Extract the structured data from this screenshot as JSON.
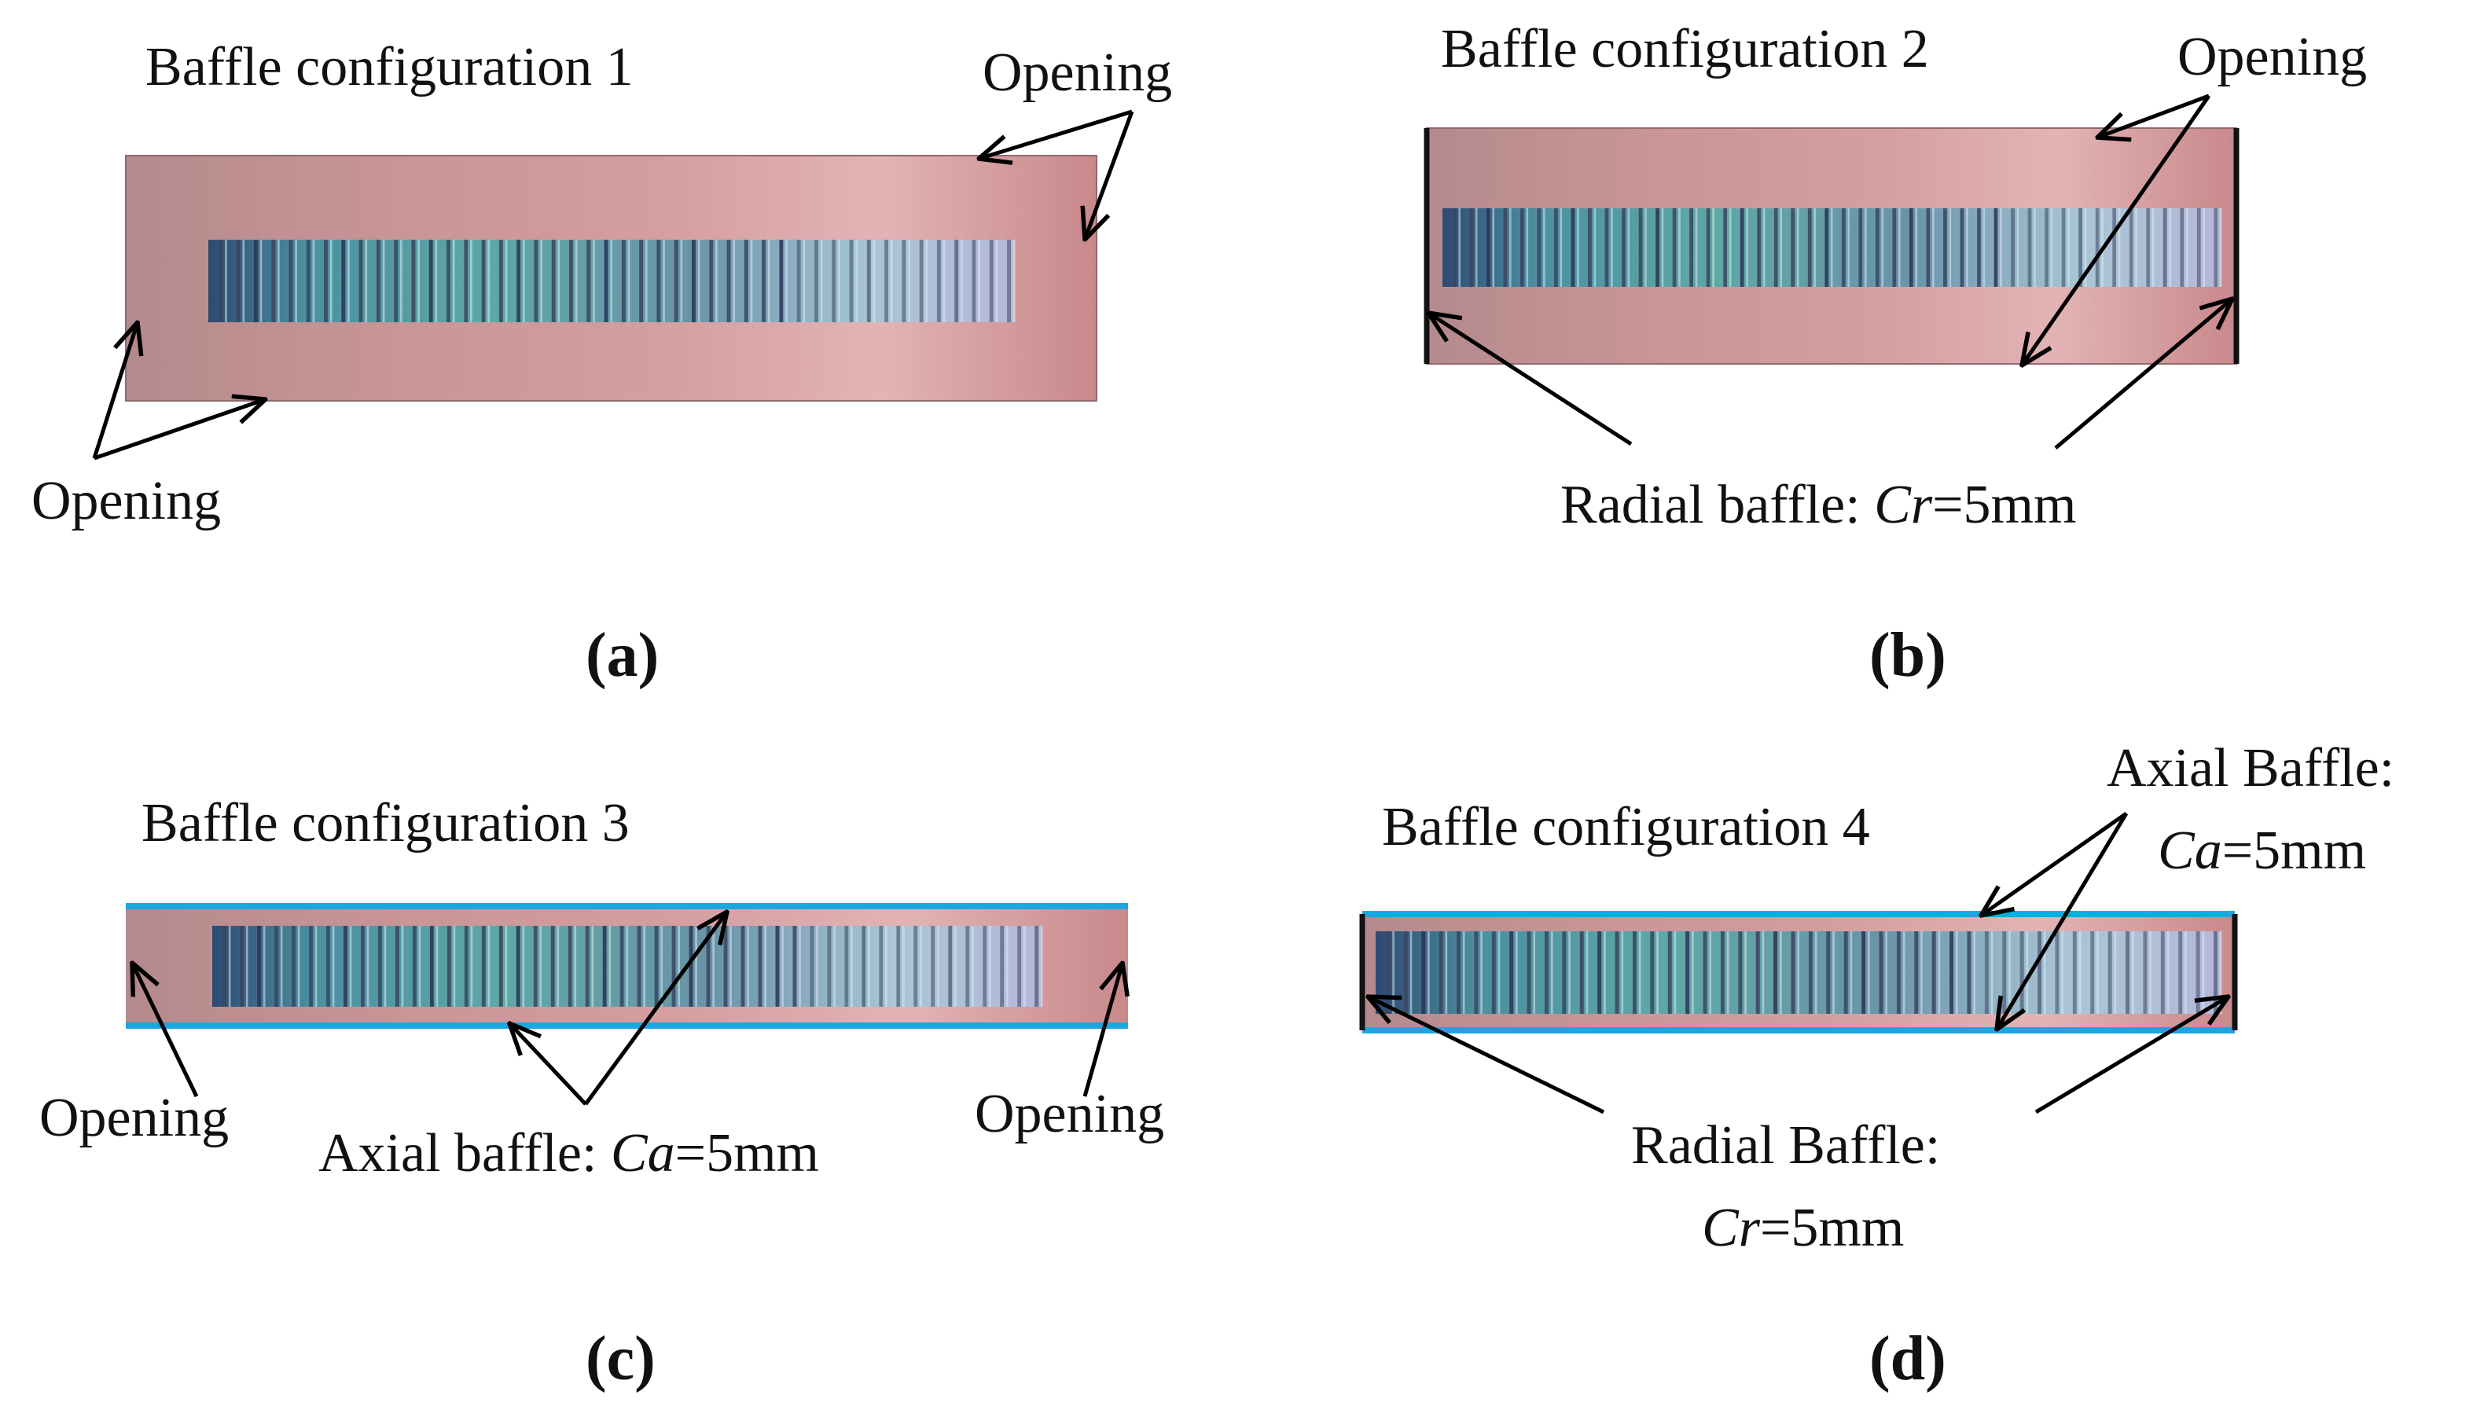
{
  "figure": {
    "panels": [
      {
        "id": "a",
        "caption": "(a)",
        "title": "Baffle configuration 1",
        "labels": {
          "opening_top": "Opening",
          "opening_bottom": "Opening"
        }
      },
      {
        "id": "b",
        "caption": "(b)",
        "title": "Baffle configuration 2",
        "labels": {
          "opening": "Opening",
          "radial_prefix": "Radial baffle: ",
          "radial_var": "Cr",
          "radial_value": "=5mm"
        }
      },
      {
        "id": "c",
        "caption": "(c)",
        "title": "Baffle configuration 3",
        "labels": {
          "opening_left": "Opening",
          "opening_right": "Opening",
          "axial_prefix": "Axial baffle: ",
          "axial_var": "Ca",
          "axial_value": "=5mm"
        }
      },
      {
        "id": "d",
        "caption": "(d)",
        "title": "Baffle configuration 4",
        "labels": {
          "axial_title": "Axial Baffle:",
          "axial_var": "Ca",
          "axial_value": "=5mm",
          "radial_title": "Radial Baffle:",
          "radial_var": "Cr",
          "radial_value": "=5mm"
        }
      }
    ],
    "colors": {
      "plate_dark": "#b88f8f",
      "plate_light": "#dfb0b2",
      "vane_dark": "#3c4a6a",
      "vane_teal": "#5fa2a8",
      "vane_light": "#c7dbe6",
      "radial_baffle": "#111111",
      "axial_baffle": "#1aa7e0"
    }
  }
}
